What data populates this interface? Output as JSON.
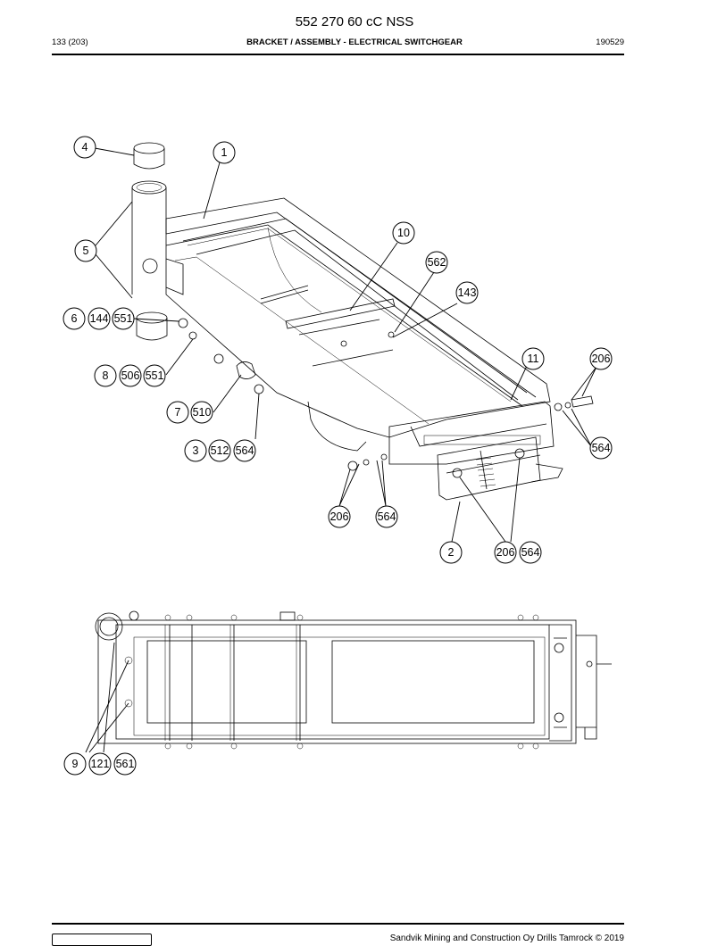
{
  "header": {
    "document_number": "552 270 60 cC NSS",
    "page": "133 (203)",
    "title": "BRACKET / ASSEMBLY - ELECTRICAL SWITCHGEAR",
    "date_code": "190529"
  },
  "callouts": {
    "c1": [
      "1"
    ],
    "c2": [
      "2"
    ],
    "c3": [
      "3",
      "512",
      "564"
    ],
    "c4": [
      "4"
    ],
    "c5": [
      "5"
    ],
    "c6": [
      "6",
      "144",
      "551"
    ],
    "c7": [
      "7",
      "510"
    ],
    "c8": [
      "8",
      "506",
      "551"
    ],
    "c9": [
      "9",
      "121",
      "561"
    ],
    "c10": [
      "10"
    ],
    "c11": [
      "11"
    ],
    "c143": [
      "143"
    ],
    "c562": [
      "562"
    ],
    "c206a": [
      "206"
    ],
    "c564a": [
      "564"
    ],
    "c206b": [
      "206"
    ],
    "c564b": [
      "564"
    ],
    "c206c": [
      "206",
      "564"
    ]
  },
  "footer": {
    "copyright": "Sandvik Mining and Construction Oy Drills Tamrock © 2019"
  }
}
